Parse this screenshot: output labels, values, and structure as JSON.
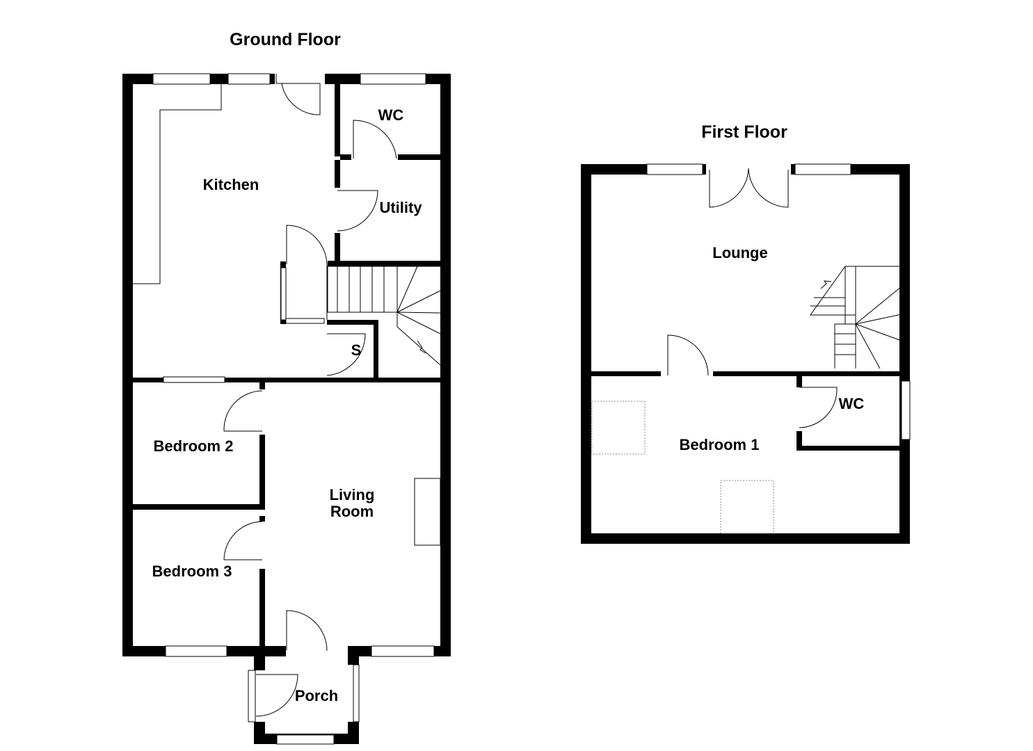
{
  "ground_floor": {
    "title": "Ground Floor",
    "rooms": {
      "kitchen": "Kitchen",
      "wc": "WC",
      "utility": "Utility",
      "store": "S",
      "bedroom2": "Bedroom 2",
      "bedroom3": "Bedroom 3",
      "living_line1": "Living",
      "living_line2": "Room",
      "porch": "Porch"
    }
  },
  "first_floor": {
    "title": "First Floor",
    "rooms": {
      "lounge": "Lounge",
      "bedroom1": "Bedroom 1",
      "wc": "WC"
    }
  }
}
